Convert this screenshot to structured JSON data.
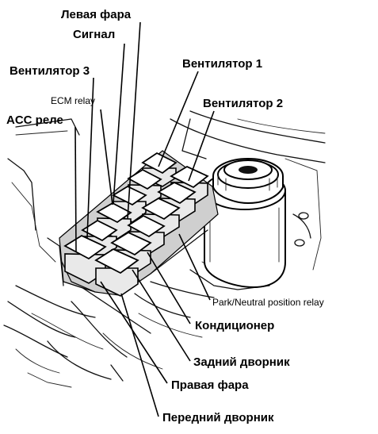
{
  "labels": {
    "left_headlight": "Левая фара",
    "signal": "Сигнал",
    "fan1": "Вентилятор 1",
    "fan3": "Вентилятор 3",
    "fan2": "Вентилятор 2",
    "ecm_relay": "ECM relay",
    "acc_relay": "ACC реле",
    "park_neutral_relay": "Park/Neutral position relay",
    "air_conditioner": "Кондиционер",
    "rear_wiper": "Задний дворник",
    "right_headlight": "Правая фара",
    "front_wiper": "Передний дворник"
  },
  "colors": {
    "ink": "#000000",
    "background": "#ffffff"
  }
}
